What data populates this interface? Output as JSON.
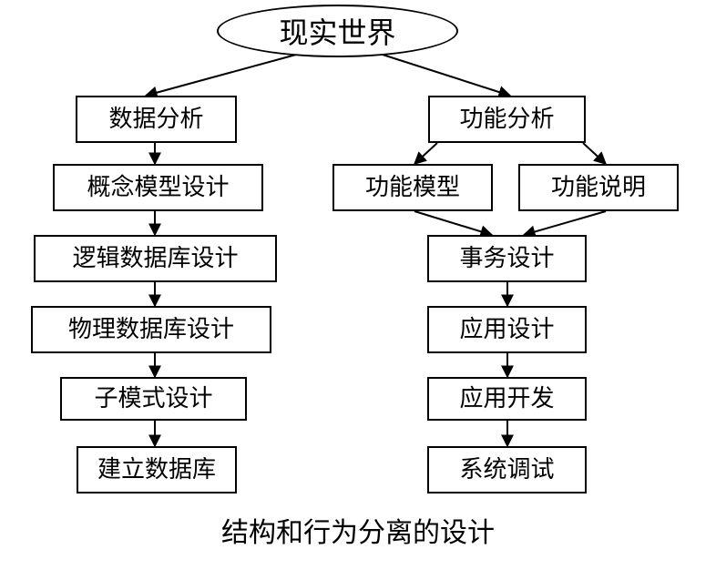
{
  "diagram": {
    "root": "现实世界",
    "left_branch": [
      "数据分析",
      "概念模型设计",
      "逻辑数据库设计",
      "物理数据库设计",
      "子模式设计",
      "建立数据库"
    ],
    "right_branch": {
      "top": "功能分析",
      "split": [
        "功能模型",
        "功能说明"
      ],
      "chain": [
        "事务设计",
        "应用设计",
        "应用开发",
        "系统调试"
      ]
    },
    "caption": "结构和行为分离的设计",
    "line_color": "#000000"
  }
}
